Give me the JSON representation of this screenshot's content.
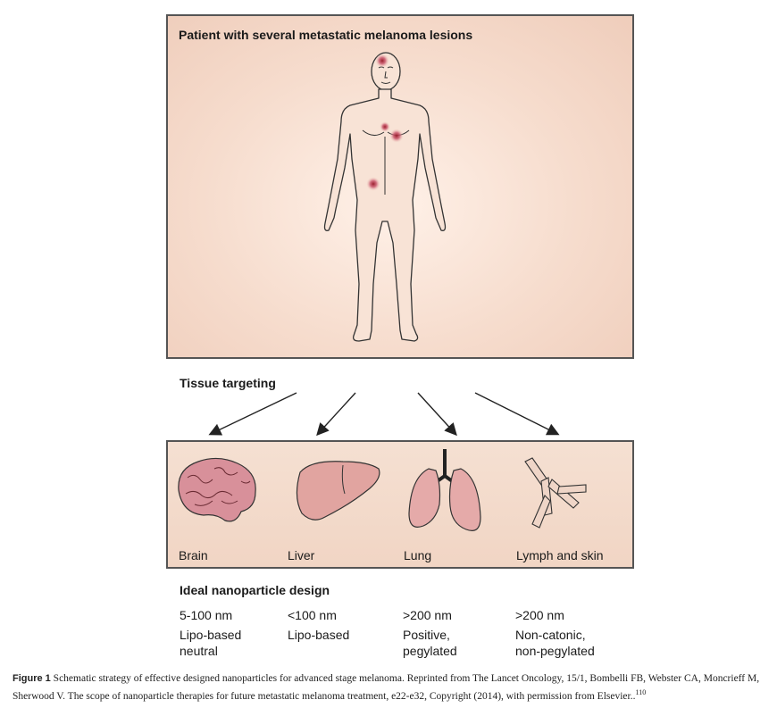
{
  "top_panel": {
    "title": "Patient with several metastatic melanoma lesions"
  },
  "tissue_targeting": "Tissue targeting",
  "organs": [
    {
      "name": "Brain"
    },
    {
      "name": "Liver"
    },
    {
      "name": "Lung"
    },
    {
      "name": "Lymph and skin"
    }
  ],
  "design": {
    "title": "Ideal nanoparticle design",
    "columns": [
      {
        "size": "5-100 nm",
        "line1": "Lipo-based",
        "line2": "neutral"
      },
      {
        "size": "<100 nm",
        "line1": "Lipo-based",
        "line2": ""
      },
      {
        "size": ">200 nm",
        "line1": "Positive,",
        "line2": "pegylated"
      },
      {
        "size": ">200 nm",
        "line1": "Non-catonic,",
        "line2": "non-pegylated"
      }
    ]
  },
  "caption": {
    "label": "Figure 1",
    "text": "Schematic strategy of effective designed nanoparticles for advanced stage melanoma. Reprinted from The Lancet Oncology, 15/1, Bombelli FB, Webster CA, Moncrieff M, Sherwood V. The scope of nanoparticle therapies for future metastatic melanoma treatment, e22-e32, Copyright (2014), with permission from Elsevier..",
    "ref": "110"
  },
  "colors": {
    "skin": "#f6dccd",
    "lesion": "#b0303a",
    "organ": "#e3a7a3",
    "outline": "#333333"
  }
}
